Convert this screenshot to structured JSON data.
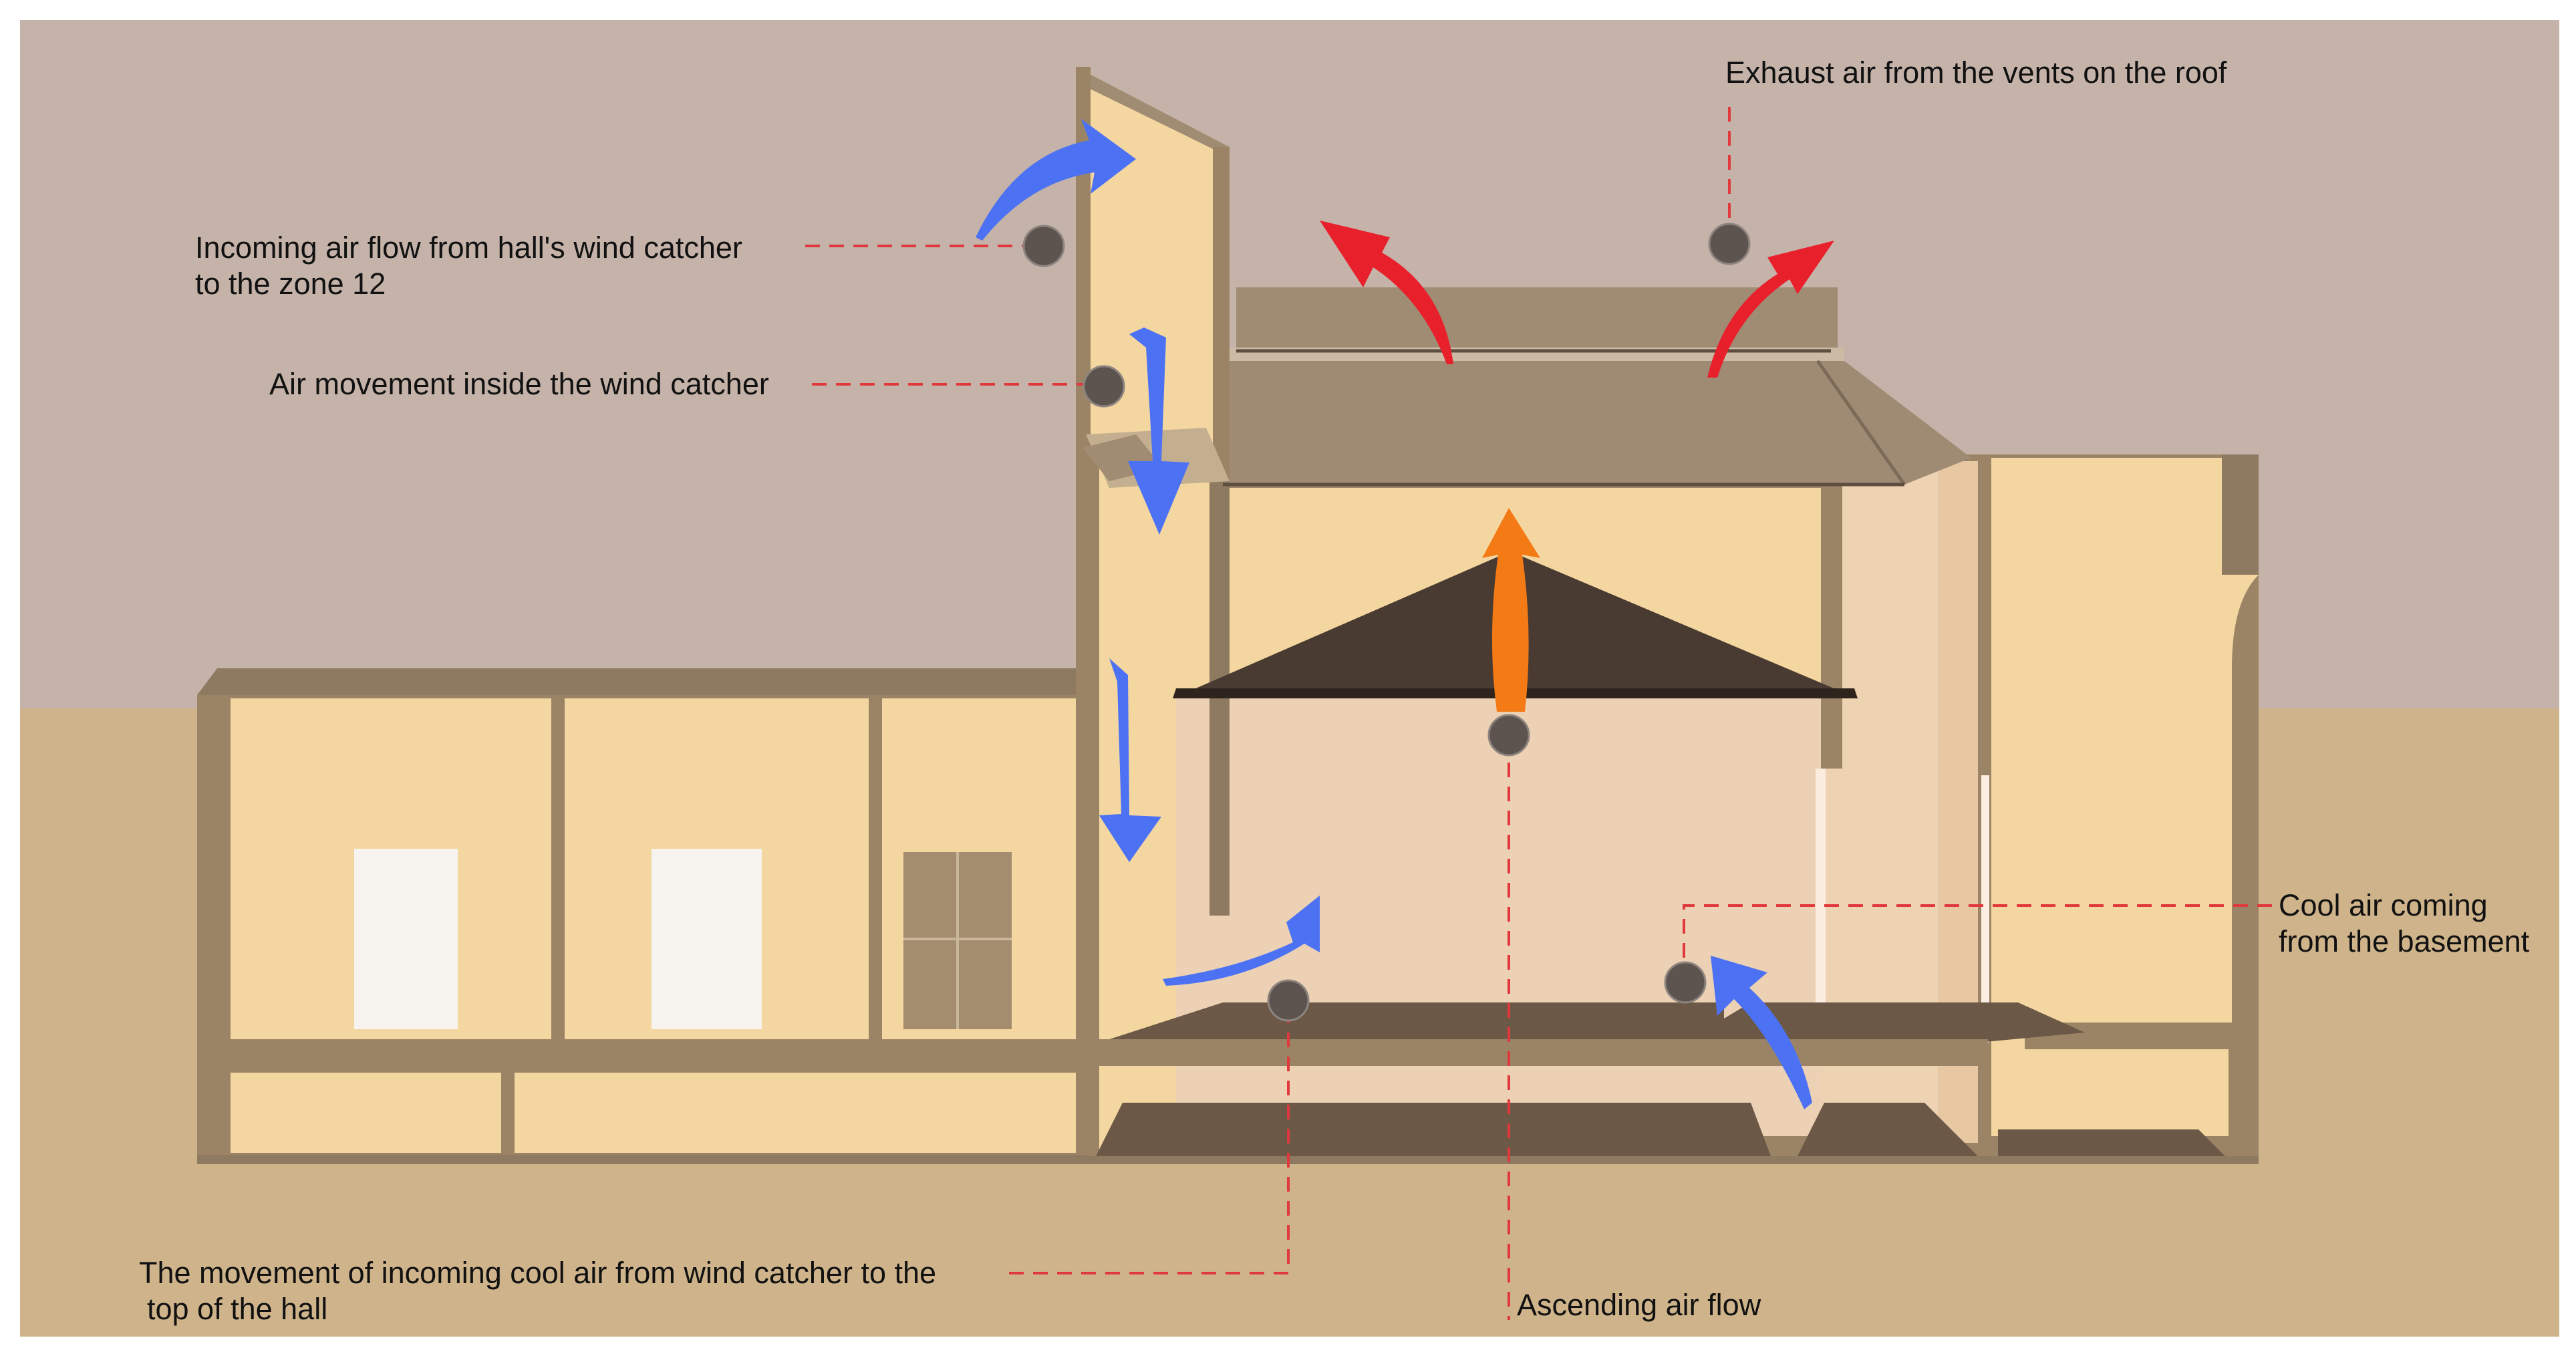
{
  "labels": {
    "exhaust": "Exhaust air from the vents on the roof",
    "incoming_line1": "Incoming air flow from hall's wind catcher",
    "incoming_line2": "to the zone 12",
    "inside_catcher": "Air movement inside the wind catcher",
    "cool_basement_line1": "Cool air coming",
    "cool_basement_line2": "from the basement",
    "hall_movement_line1": "The movement of incoming cool air from wind catcher to the",
    "hall_movement_line2": "top of the hall",
    "ascending": "Ascending air flow"
  },
  "colors": {
    "sky": "#c5b3a9",
    "ground": "#cfb48b",
    "wall": "#9b8466",
    "interior": "#f4d7a0",
    "interior_light": "#ecd1b4",
    "floor_dark": "#6b5847",
    "roof": "#9e8a73",
    "cold_air": "#4c72f3",
    "exhaust_air": "#e8202c",
    "warm_air": "#f47a16",
    "leader": "#e0383c",
    "marker": "#5d5450"
  }
}
